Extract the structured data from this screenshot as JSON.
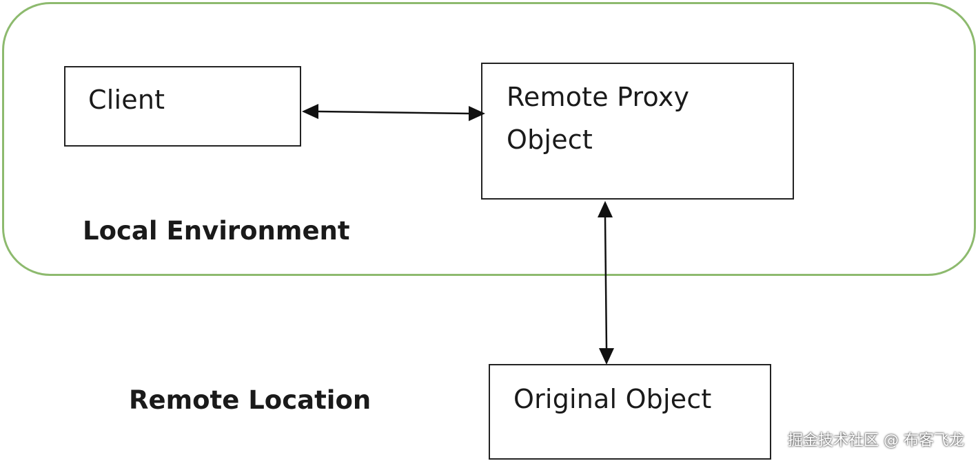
{
  "regions": {
    "local": {
      "label": "Local Environment",
      "border_color": "#8dba6e"
    },
    "remote": {
      "label": "Remote Location"
    }
  },
  "nodes": {
    "client": {
      "label": "Client"
    },
    "proxy": {
      "label": "Remote Proxy\nObject"
    },
    "original": {
      "label": "Original Object"
    }
  },
  "edges": [
    {
      "from": "client",
      "to": "proxy",
      "direction": "both"
    },
    {
      "from": "proxy",
      "to": "original",
      "direction": "both"
    }
  ],
  "watermark": "掘金技术社区 @ 布客飞龙"
}
